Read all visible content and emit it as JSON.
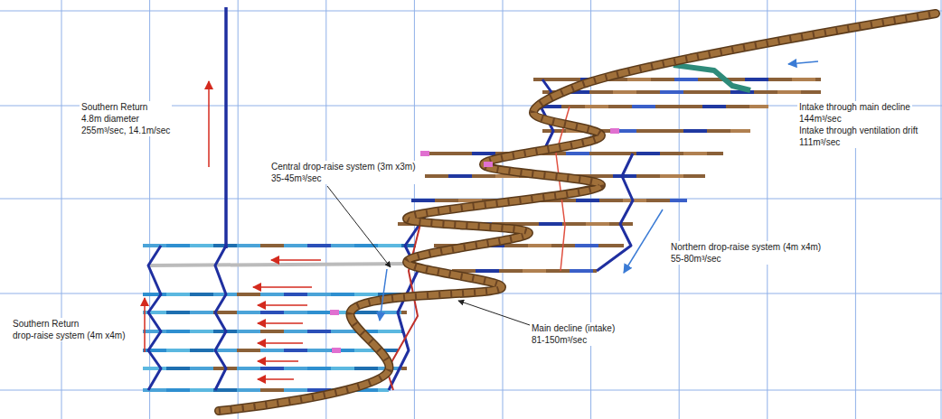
{
  "diagram": {
    "labels": [
      "Southern Return 4.8m diameter 255m³/sec, 14.1m/sec",
      "Central drop-raise system (3m x3m) 35-45m³/sec",
      "Intake through main decline 144m³/sec",
      "Intake through ventilation drift 111m³/sec",
      "Northern drop-raise system (4m x4m) 55-80m³/sec",
      "Main decline (intake) 81-150m³/sec",
      "Southern Return drop-raise system (4m x4m)"
    ]
  }
}
